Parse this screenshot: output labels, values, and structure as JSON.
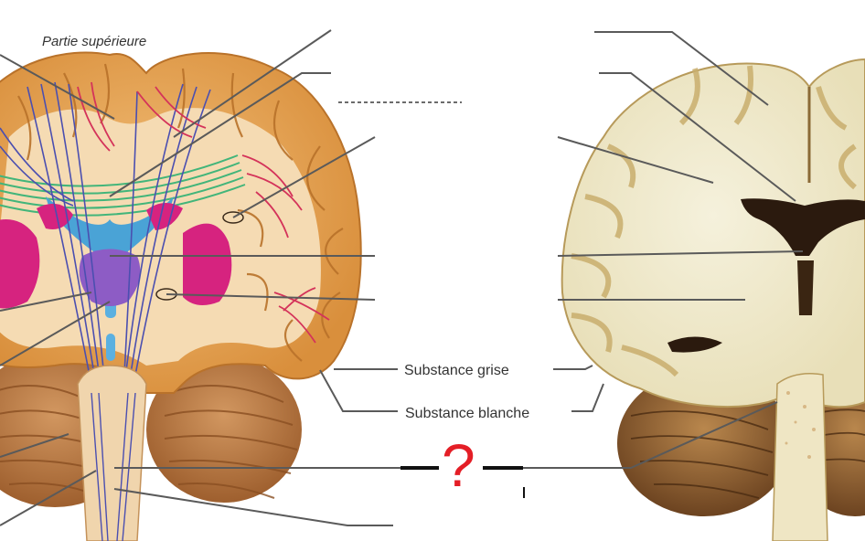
{
  "figure": {
    "left_title": "Partie supérieure",
    "label_gray_matter": "Substance grise",
    "label_white_matter": "Substance blanche",
    "question_mark": "?"
  },
  "colors": {
    "cortex": "#e8a64e",
    "cortex_edge": "#b9722a",
    "white_matter_left": "#f5dbb3",
    "ventricle_blue": "#4aa3d6",
    "basal_ganglia_pink": "#d6237f",
    "thalamus_purple": "#8d5cc5",
    "fibers_green": "#42b57a",
    "fibers_blue": "#4b4fb0",
    "fibers_red": "#d4335a",
    "photo_white_matter": "#f1eccf",
    "photo_gray_matter": "#c9ae6d",
    "photo_ventricle": "#2b1a0e",
    "cerebellum_photo": "#9c6a36",
    "question_red": "#e41e26"
  }
}
